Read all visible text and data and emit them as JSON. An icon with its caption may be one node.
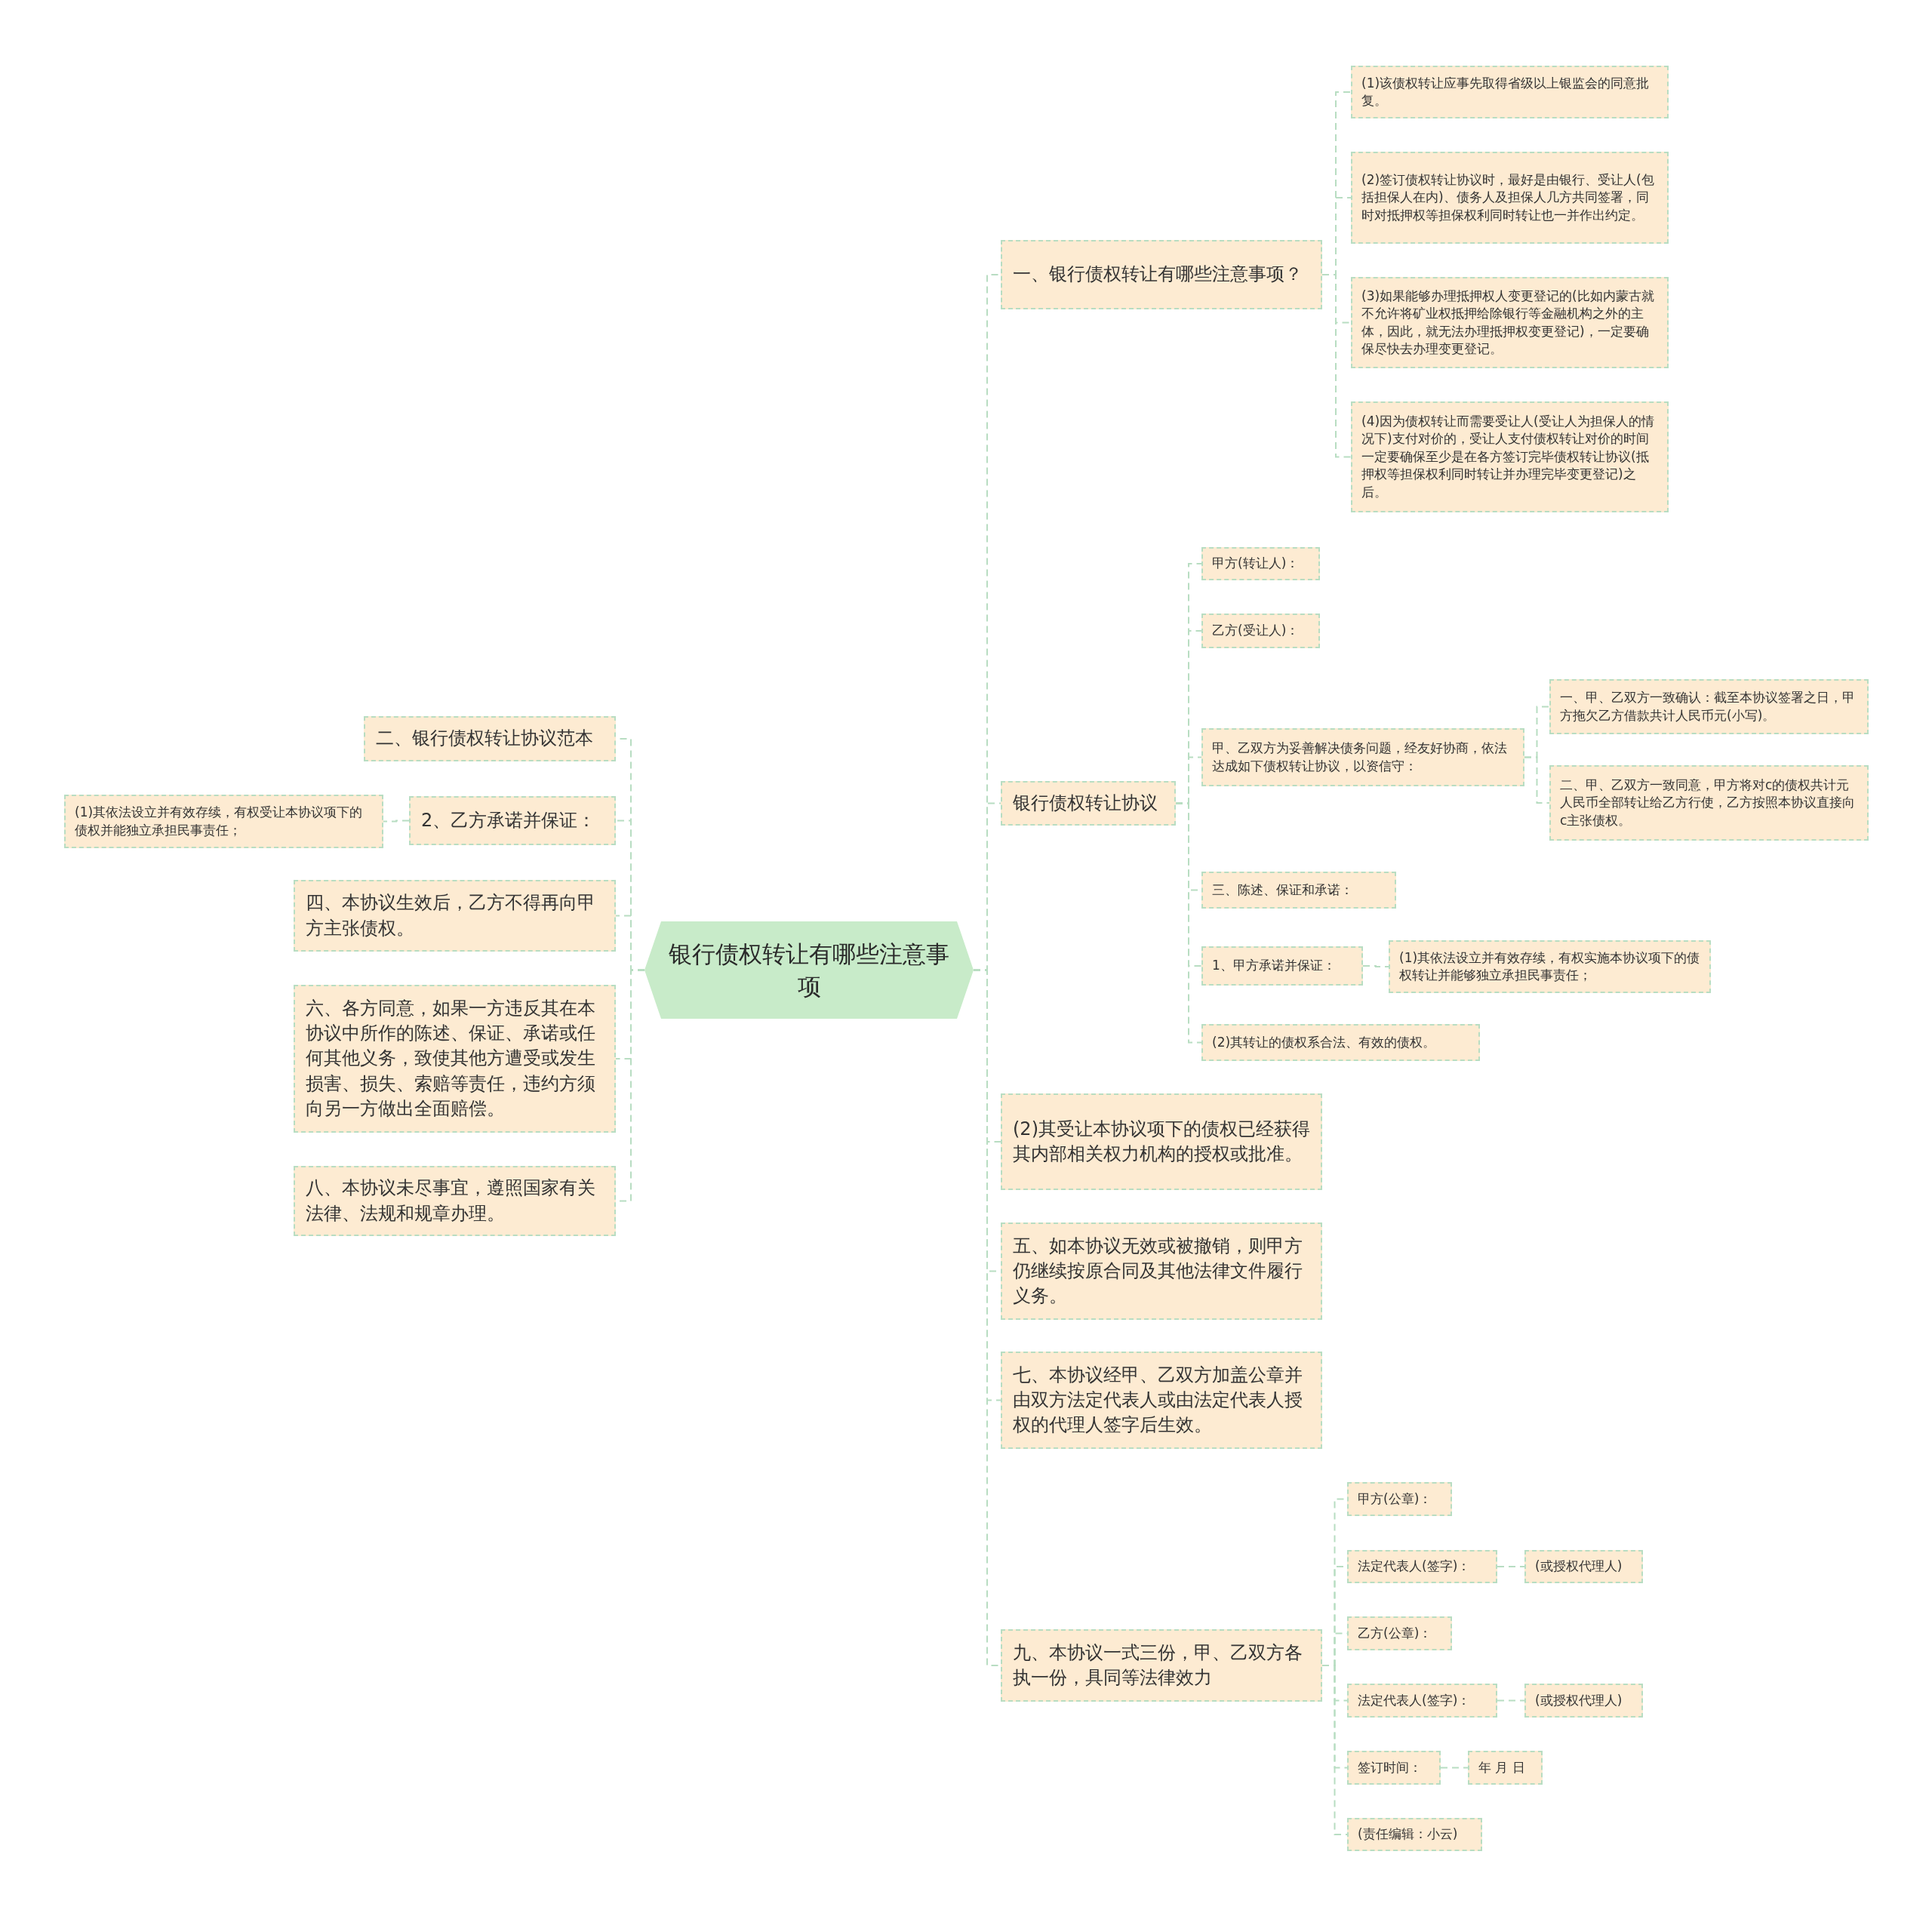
{
  "diagram": {
    "nodes": [
      {
        "text": [
          "银行债权转让有哪些注意事项"
        ]
      },
      {
        "text": [
          "一、银行债权转让有哪些注意事项？"
        ]
      },
      {
        "text": [
          "(1)该债权转让应事先取得省级以上银监会的同意批复。"
        ]
      },
      {
        "text": [
          "(2)签订债权转让协议时，最好是由银行、受让人(包括担保人在内)、债务人及担保人几方共同签署，同时对抵押权等担保权利同时转让也一并作出约定。"
        ]
      },
      {
        "text": [
          "(3)如果能够办理抵押权人变更登记的(比如内蒙古就不允许将矿业权抵押给除银行等金融机构之外的主体，因此，就无法办理抵押权变更登记)，一定要确保尽快去办理变更登记。"
        ]
      },
      {
        "text": [
          "(4)因为债权转让而需要受让人(受让人为担保人的情况下)支付对价的，受让人支付债权转让对价的时间一定要确保至少是在各方签订完毕债权转让协议(抵押权等担保权利同时转让并办理完毕变更登记)之后。"
        ]
      },
      {
        "text": [
          "银行债权转让协议"
        ]
      },
      {
        "text": [
          "甲方(转让人)："
        ]
      },
      {
        "text": [
          "乙方(受让人)："
        ]
      },
      {
        "text": [
          "甲、乙双方为妥善解决债务问题，经友好协商，依法达成如下债权转让协议，以资信守："
        ]
      },
      {
        "text": [
          "一、甲、乙双方一致确认：截至本协议签署之日，甲方拖欠乙方借款共计人民币元(小写)。"
        ]
      },
      {
        "text": [
          "二、甲、乙双方一致同意，甲方将对c的债权共计元人民币全部转让给乙方行使，乙方按照本协议直接向c主张债权。"
        ]
      },
      {
        "text": [
          "三、陈述、保证和承诺："
        ]
      },
      {
        "text": [
          "1、甲方承诺并保证："
        ]
      },
      {
        "text": [
          "(1)其依法设立并有效存续，有权实施本协议项下的债权转让并能够独立承担民事责任；"
        ]
      },
      {
        "text": [
          "(2)其转让的债权系合法、有效的债权。"
        ]
      },
      {
        "text": [
          "(2)其受让本协议项下的债权已经获得其内部相关权力机构的授权或批准。"
        ]
      },
      {
        "text": [
          "五、如本协议无效或被撤销，则甲方仍继续按原合同及其他法律文件履行义务。"
        ]
      },
      {
        "text": [
          "七、本协议经甲、乙双方加盖公章并由双方法定代表人或由法定代表人授权的代理人签字后生效。"
        ]
      },
      {
        "text": [
          "九、本协议一式三份，甲、乙双方各执一份，具同等法律效力"
        ]
      },
      {
        "text": [
          "甲方(公章)："
        ]
      },
      {
        "text": [
          "法定代表人(签字)："
        ]
      },
      {
        "text": [
          "(或授权代理人)"
        ]
      },
      {
        "text": [
          "乙方(公章)："
        ]
      },
      {
        "text": [
          "法定代表人(签字)："
        ]
      },
      {
        "text": [
          "(或授权代理人)"
        ]
      },
      {
        "text": [
          "签订时间："
        ]
      },
      {
        "text": [
          "年 月 日"
        ]
      },
      {
        "text": [
          "(责任编辑：小云)"
        ]
      },
      {
        "text": [
          "二、银行债权转让协议范本"
        ]
      },
      {
        "text": [
          "2、乙方承诺并保证："
        ]
      },
      {
        "text": [
          "(1)其依法设立并有效存续，有权受让本协议项下的债权并能独立承担民事责任；"
        ]
      },
      {
        "text": [
          "四、本协议生效后，乙方不得再向甲方主张债权。"
        ]
      },
      {
        "text": [
          "六、各方同意，如果一方违反其在本协议中所作的陈述、保证、承诺或任何其他义务，致使其他方遭受或发生损害、损失、索赔等责任，违约方须向另一方做出全面赔偿。"
        ]
      },
      {
        "text": [
          "八、本协议未尽事宜，遵照国家有关法律、法规和规章办理。"
        ]
      }
    ],
    "edges": [
      {
        "from": 0,
        "to": 1,
        "arrow": "none"
      },
      {
        "from": 1,
        "to": 2,
        "arrow": "none"
      },
      {
        "from": 1,
        "to": 3,
        "arrow": "none"
      },
      {
        "from": 1,
        "to": 4,
        "arrow": "none"
      },
      {
        "from": 1,
        "to": 5,
        "arrow": "none"
      },
      {
        "from": 0,
        "to": 6,
        "arrow": "none"
      },
      {
        "from": 6,
        "to": 7,
        "arrow": "none"
      },
      {
        "from": 6,
        "to": 8,
        "arrow": "none"
      },
      {
        "from": 6,
        "to": 9,
        "arrow": "none"
      },
      {
        "from": 9,
        "to": 10,
        "arrow": "none"
      },
      {
        "from": 9,
        "to": 11,
        "arrow": "none"
      },
      {
        "from": 6,
        "to": 12,
        "arrow": "none"
      },
      {
        "from": 6,
        "to": 13,
        "arrow": "none"
      },
      {
        "from": 13,
        "to": 14,
        "arrow": "none"
      },
      {
        "from": 6,
        "to": 15,
        "arrow": "none"
      },
      {
        "from": 0,
        "to": 16,
        "arrow": "none"
      },
      {
        "from": 0,
        "to": 17,
        "arrow": "none"
      },
      {
        "from": 0,
        "to": 18,
        "arrow": "none"
      },
      {
        "from": 0,
        "to": 19,
        "arrow": "none"
      },
      {
        "from": 19,
        "to": 20,
        "arrow": "none"
      },
      {
        "from": 19,
        "to": 21,
        "arrow": "none"
      },
      {
        "from": 21,
        "to": 22,
        "arrow": "none"
      },
      {
        "from": 19,
        "to": 23,
        "arrow": "none"
      },
      {
        "from": 19,
        "to": 24,
        "arrow": "none"
      },
      {
        "from": 24,
        "to": 25,
        "arrow": "none"
      },
      {
        "from": 19,
        "to": 26,
        "arrow": "none"
      },
      {
        "from": 26,
        "to": 27,
        "arrow": "none"
      },
      {
        "from": 19,
        "to": 28,
        "arrow": "none"
      },
      {
        "from": 0,
        "to": 29,
        "arrow": "none"
      },
      {
        "from": 0,
        "to": 30,
        "arrow": "none"
      },
      {
        "from": 30,
        "to": 31,
        "arrow": "none"
      },
      {
        "from": 0,
        "to": 32,
        "arrow": "none"
      },
      {
        "from": 0,
        "to": 33,
        "arrow": "none"
      },
      {
        "from": 0,
        "to": 34,
        "arrow": "none"
      }
    ]
  }
}
